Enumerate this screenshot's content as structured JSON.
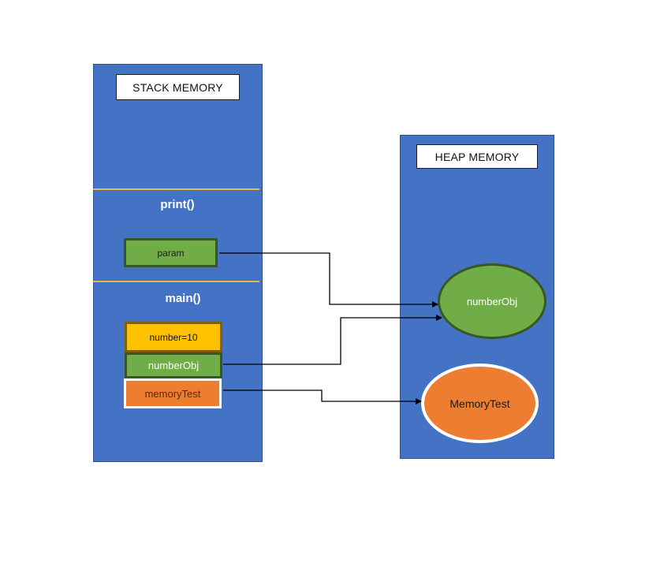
{
  "stack": {
    "title": "STACK MEMORY",
    "frames": [
      {
        "label": "print()"
      },
      {
        "label": "main()"
      }
    ],
    "vars": {
      "param": "param",
      "number": "number=10",
      "numberObj": "numberObj",
      "memoryTest": "memoryTest"
    }
  },
  "heap": {
    "title": "HEAP MEMORY",
    "objects": {
      "numberObj": "numberObj",
      "memoryTest": "MemoryTest"
    }
  },
  "colors": {
    "panel": "#4472c4",
    "divider": "#e6b94a",
    "green": "#70ad47",
    "green_border": "#385723",
    "orange": "#ed7d31",
    "yellow": "#ffc000",
    "brown_border": "#7f6000"
  }
}
